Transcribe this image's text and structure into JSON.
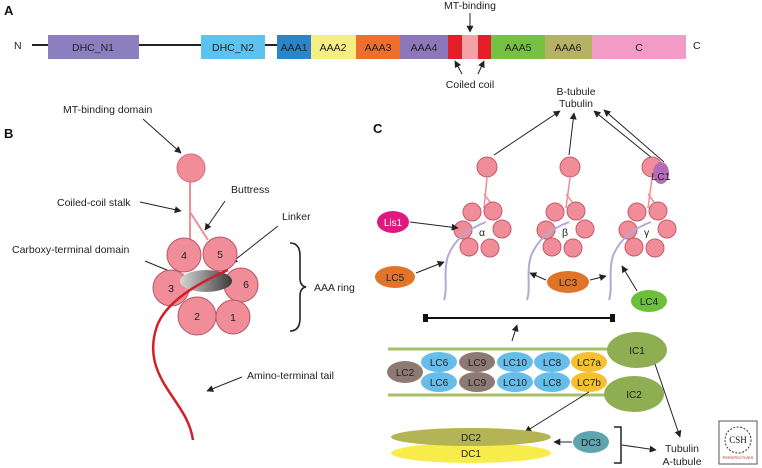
{
  "panels": {
    "a": "A",
    "b": "B",
    "c": "C"
  },
  "panel_a": {
    "n_terminus": "N",
    "c_terminus": "C",
    "mt_binding": "MT-binding",
    "coiled_coil": "Coiled coil",
    "domains": [
      {
        "label": "DHC_N1",
        "color": "#8b7fc0"
      },
      {
        "label": "DHC_N2",
        "color": "#5cc2ee"
      },
      {
        "label": "AAA1",
        "color": "#2a86c8"
      },
      {
        "label": "AAA2",
        "color": "#f4ee84"
      },
      {
        "label": "AAA3",
        "color": "#ee6e2e"
      },
      {
        "label": "AAA4",
        "color": "#8a78ba"
      },
      {
        "label": "AAA5",
        "color": "#76c043"
      },
      {
        "label": "AAA6",
        "color": "#b6b265"
      },
      {
        "label": "C",
        "color": "#f29bc6"
      }
    ]
  },
  "panel_b": {
    "mt_binding_domain": "MT-binding domain",
    "coiled_coil_stalk": "Coiled-coil stalk",
    "buttress": "Buttress",
    "linker": "Linker",
    "carboxy_terminal_domain": "Carboxy-terminal domain",
    "aaa_ring": "AAA ring",
    "amino_terminal_tail": "Amino-terminal tail",
    "ring_numbers": [
      "1",
      "2",
      "3",
      "4",
      "5",
      "6"
    ]
  },
  "panel_c": {
    "b_tubule_line1": "B-tubule",
    "b_tubule_line2": "Tubulin",
    "a_tubule_line1": "Tubulin",
    "a_tubule_line2": "A-tubule",
    "heavy_chains": [
      "α",
      "β",
      "γ"
    ],
    "lis1": "Lis1",
    "lc5": "LC5",
    "lc3": "LC3",
    "lc4": "LC4",
    "lc1": "LC1",
    "ic1": "IC1",
    "ic2": "IC2",
    "lc2": "LC2",
    "lc_top": [
      "LC6",
      "LC9",
      "LC10",
      "LC8",
      "LC7a"
    ],
    "lc_bottom": [
      "LC6",
      "LC9",
      "LC10",
      "LC8",
      "LC7b"
    ],
    "dc2": "DC2",
    "dc1": "DC1",
    "dc3": "DC3",
    "logo_text": "CSH",
    "logo_subtext": "PERSPECTIVES"
  }
}
